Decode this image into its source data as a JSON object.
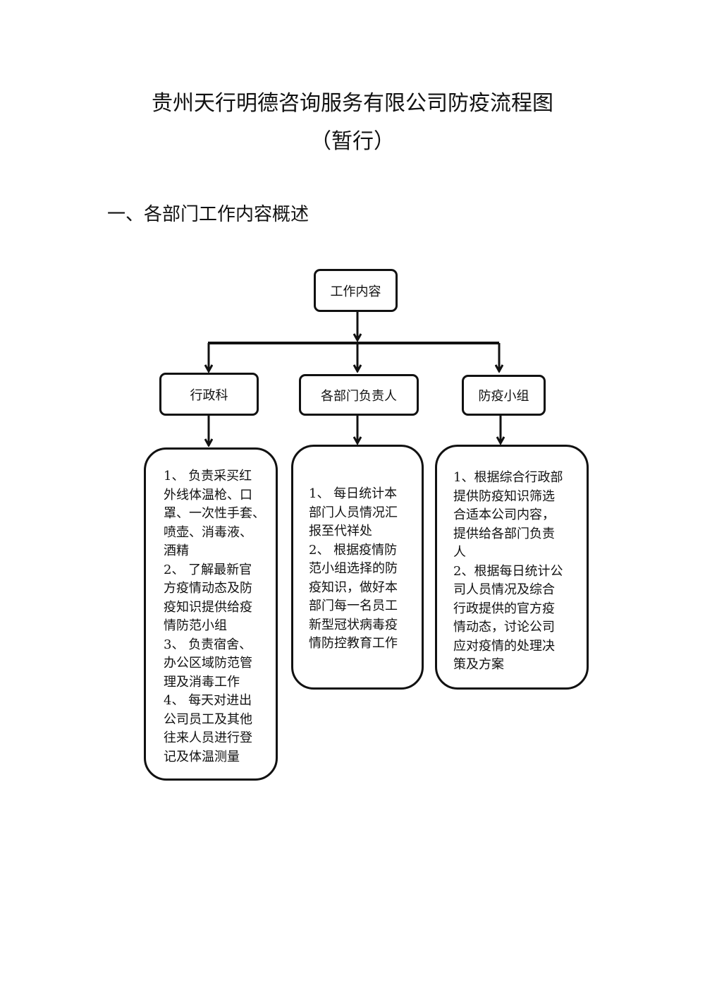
{
  "document": {
    "title": "贵州天行明德咨询服务有限公司防疫流程图",
    "subtitle": "（暂行）",
    "section_heading": "一、各部门工作内容概述"
  },
  "flowchart": {
    "root": "工作内容",
    "departments": [
      {
        "name": "行政科",
        "duties": "1、 负责采买红\n外线体温枪、口\n罩、一次性手套、\n喷壶、消毒液、\n酒精\n2、 了解最新官\n方疫情动态及防\n疫知识提供给疫\n情防范小组\n3、 负责宿舍、\n办公区域防范管\n理及消毒工作\n4、 每天对进出\n公司员工及其他\n往来人员进行登\n记及体温测量"
      },
      {
        "name": "各部门负责人",
        "duties": "1、 每日统计本\n部门人员情况汇\n报至代祥处\n2、 根据疫情防\n范小组选择的防\n疫知识，做好本\n部门每一名员工\n新型冠状病毒疫\n情防控教育工作"
      },
      {
        "name": "防疫小组",
        "duties": "1、根据综合行政部\n提供防疫知识筛选\n合适本公司内容，\n提供给各部门负责\n人\n2、根据每日统计公\n司人员情况及综合\n行政提供的官方疫\n情动态，讨论公司\n应对疫情的处理决\n策及方案"
      }
    ]
  }
}
